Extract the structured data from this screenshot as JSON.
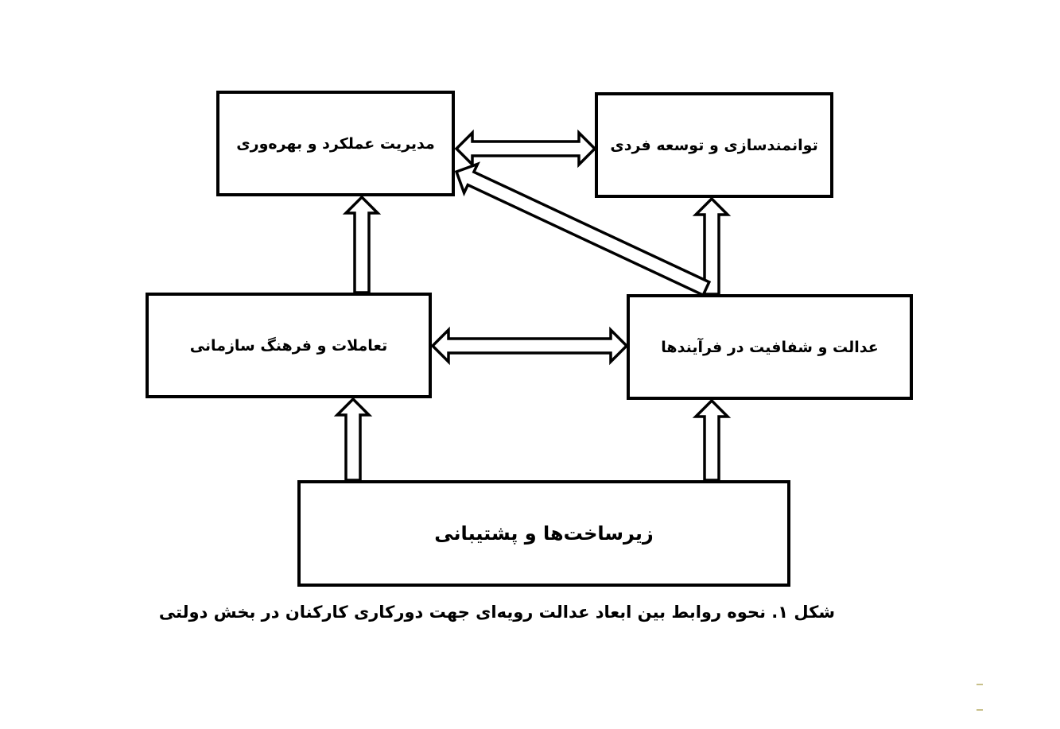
{
  "boxes": {
    "performance": "مدیریت عملکرد و بهره‌وری",
    "empowerment": "توانمندسازی و توسعه فردی",
    "interactions": "تعاملات و فرهنگ سازمانی",
    "justice": "عدالت و شفافیت در فرآیندها",
    "infrastructure": "زیرساخت‌ها و پشتیبانی"
  },
  "caption": "شکل ۱. نحوه روابط بین ابعاد عدالت رویه‌ای جهت دورکاری کارکنان در بخش دولتی",
  "colors": {
    "stroke": "#000000",
    "fill": "#ffffff",
    "decor_dash": "#c8c08a"
  }
}
